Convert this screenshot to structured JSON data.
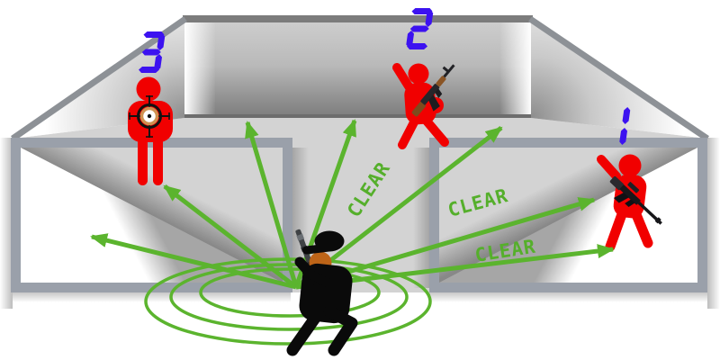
{
  "diagram": {
    "clear_labels": [
      {
        "text": "CLEAR"
      },
      {
        "text": "CLEAR"
      },
      {
        "text": "CLEAR"
      }
    ],
    "enemy_markers": [
      {
        "number": "1"
      },
      {
        "number": "2"
      },
      {
        "number": "3"
      }
    ],
    "icons": {
      "player": "player-operator-icon",
      "enemy_1": "enemy-figure-rifle-icon",
      "enemy_2": "enemy-figure-surrender-ak47-icon",
      "enemy_3": "enemy-figure-crosshair-target-icon",
      "arrows": "sight-line-arrow",
      "rings": "scan-radius-rings"
    },
    "colors": {
      "sight_green": "#5bb42e",
      "enemy_red": "#f10000",
      "marker_blue": "#3c12f0",
      "wall_border_gray": "#9aa0aa",
      "wall_edge_gray": "#8d9196",
      "floor_gray": "#d3d3d3",
      "player_black": "#0a0a0a",
      "skin_orange": "#bd6418",
      "background": "#ffffff"
    }
  }
}
